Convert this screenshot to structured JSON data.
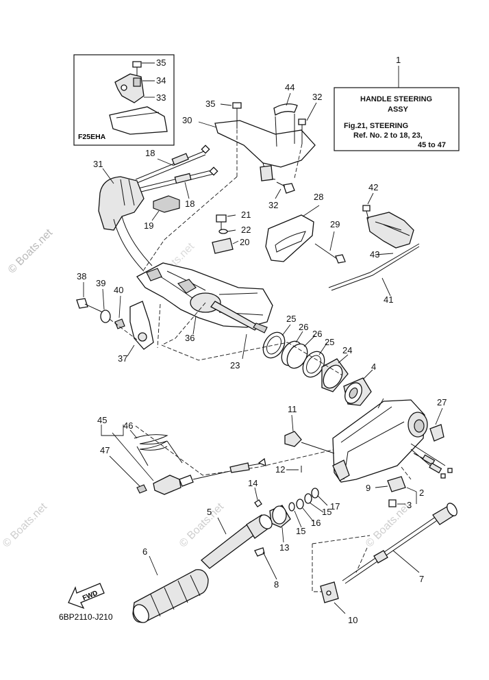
{
  "watermark": {
    "text": "© Boats.net"
  },
  "inset": {
    "label": "F25EHA"
  },
  "reference_box": {
    "title_line1": "HANDLE STEERING",
    "title_line2": "ASSY",
    "line3": "Fig.21, STEERING",
    "line4": "Ref. No. 2 to 18, 23,",
    "line5": "45 to 47"
  },
  "fwd_label": "FWD",
  "diagram_code": "6BP2110-J210",
  "callouts": [
    {
      "id": "c1",
      "text": "1"
    },
    {
      "id": "c2",
      "text": "2"
    },
    {
      "id": "c3",
      "text": "3"
    },
    {
      "id": "c4",
      "text": "4"
    },
    {
      "id": "c5",
      "text": "5"
    },
    {
      "id": "c6",
      "text": "6"
    },
    {
      "id": "c7",
      "text": "7"
    },
    {
      "id": "c8",
      "text": "8"
    },
    {
      "id": "c9",
      "text": "9"
    },
    {
      "id": "c10",
      "text": "10"
    },
    {
      "id": "c11",
      "text": "11"
    },
    {
      "id": "c12",
      "text": "12"
    },
    {
      "id": "c13",
      "text": "13"
    },
    {
      "id": "c14",
      "text": "14"
    },
    {
      "id": "c15a",
      "text": "15"
    },
    {
      "id": "c15b",
      "text": "15"
    },
    {
      "id": "c16",
      "text": "16"
    },
    {
      "id": "c17",
      "text": "17"
    },
    {
      "id": "c18a",
      "text": "18"
    },
    {
      "id": "c18b",
      "text": "18"
    },
    {
      "id": "c19",
      "text": "19"
    },
    {
      "id": "c20",
      "text": "20"
    },
    {
      "id": "c21",
      "text": "21"
    },
    {
      "id": "c22",
      "text": "22"
    },
    {
      "id": "c23",
      "text": "23"
    },
    {
      "id": "c24",
      "text": "24"
    },
    {
      "id": "c25a",
      "text": "25"
    },
    {
      "id": "c25b",
      "text": "25"
    },
    {
      "id": "c26a",
      "text": "26"
    },
    {
      "id": "c26b",
      "text": "26"
    },
    {
      "id": "c27",
      "text": "27"
    },
    {
      "id": "c28",
      "text": "28"
    },
    {
      "id": "c29",
      "text": "29"
    },
    {
      "id": "c30",
      "text": "30"
    },
    {
      "id": "c31",
      "text": "31"
    },
    {
      "id": "c32a",
      "text": "32"
    },
    {
      "id": "c32b",
      "text": "32"
    },
    {
      "id": "c33",
      "text": "33"
    },
    {
      "id": "c34",
      "text": "34"
    },
    {
      "id": "c35a",
      "text": "35"
    },
    {
      "id": "c35b",
      "text": "35"
    },
    {
      "id": "c36",
      "text": "36"
    },
    {
      "id": "c37",
      "text": "37"
    },
    {
      "id": "c38",
      "text": "38"
    },
    {
      "id": "c39",
      "text": "39"
    },
    {
      "id": "c40",
      "text": "40"
    },
    {
      "id": "c41",
      "text": "41"
    },
    {
      "id": "c42",
      "text": "42"
    },
    {
      "id": "c43",
      "text": "43"
    },
    {
      "id": "c44",
      "text": "44"
    },
    {
      "id": "c45",
      "text": "45"
    },
    {
      "id": "c46",
      "text": "46"
    },
    {
      "id": "c47",
      "text": "47"
    }
  ]
}
